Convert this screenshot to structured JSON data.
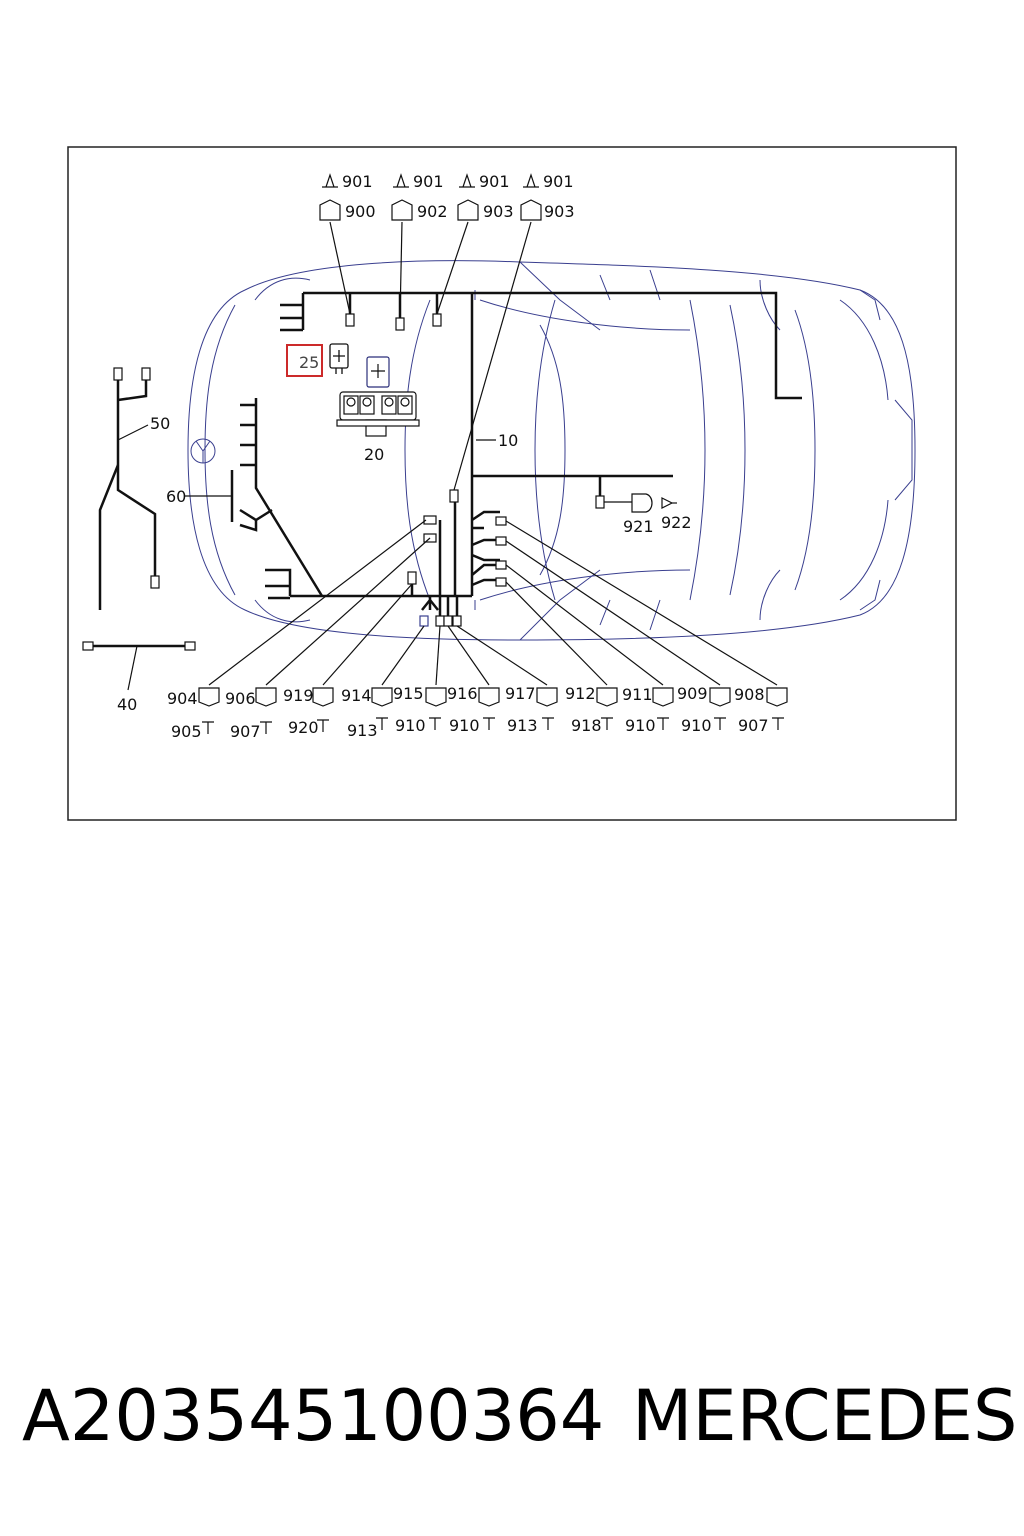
{
  "diagram": {
    "top_callouts": {
      "row1": [
        "901",
        "901",
        "901",
        "901"
      ],
      "row2": [
        "900",
        "902",
        "903",
        "903"
      ]
    },
    "components": {
      "harness_main": "10",
      "fuse_box": "20",
      "relay_highlighted": "25",
      "harness_left": "40",
      "harness_50": "50",
      "harness_60": "60",
      "connector_921": "921",
      "connector_922": "922"
    },
    "bottom_callouts": {
      "row1": [
        "904",
        "906",
        "919",
        "914",
        "915",
        "916",
        "917",
        "912",
        "911",
        "909",
        "908"
      ],
      "row2": [
        "905",
        "907",
        "920",
        "913",
        "910",
        "910",
        "913",
        "918",
        "910",
        "910",
        "907"
      ]
    },
    "highlight_color": "#cc2a2a"
  },
  "footer": {
    "part_number": "A203545100364",
    "brand": "MERCEDES"
  }
}
